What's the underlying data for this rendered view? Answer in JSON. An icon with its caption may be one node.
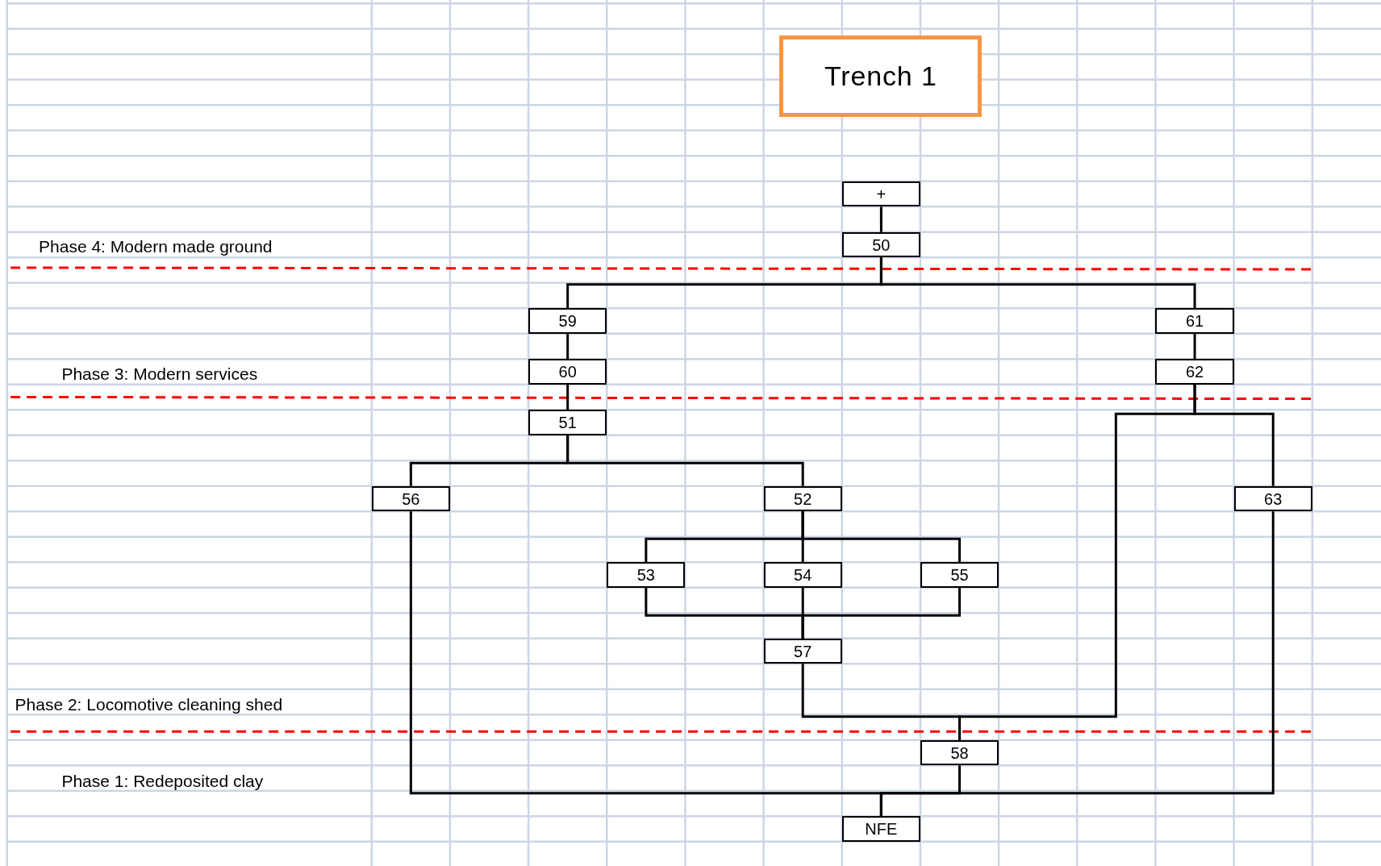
{
  "diagram": {
    "title": "Trench 1",
    "nodes": [
      {
        "text": [
          "+"
        ]
      },
      {
        "text": [
          "50"
        ]
      },
      {
        "text": [
          "59"
        ]
      },
      {
        "text": [
          "61"
        ]
      },
      {
        "text": [
          "60"
        ]
      },
      {
        "text": [
          "62"
        ]
      },
      {
        "text": [
          "51"
        ]
      },
      {
        "text": [
          "56"
        ]
      },
      {
        "text": [
          "52"
        ]
      },
      {
        "text": [
          "63"
        ]
      },
      {
        "text": [
          "53"
        ]
      },
      {
        "text": [
          "54"
        ]
      },
      {
        "text": [
          "55"
        ]
      },
      {
        "text": [
          "57"
        ]
      },
      {
        "text": [
          "58"
        ]
      },
      {
        "text": [
          "NFE"
        ]
      }
    ],
    "edges": [
      {
        "from": 0,
        "to": 1,
        "arrow": "none"
      },
      {
        "from": 1,
        "to": 2,
        "arrow": "none"
      },
      {
        "from": 1,
        "to": 3,
        "arrow": "none"
      },
      {
        "from": 2,
        "to": 4,
        "arrow": "none"
      },
      {
        "from": 3,
        "to": 5,
        "arrow": "none"
      },
      {
        "from": 4,
        "to": 6,
        "arrow": "none"
      },
      {
        "from": 6,
        "to": 7,
        "arrow": "none"
      },
      {
        "from": 6,
        "to": 8,
        "arrow": "none"
      },
      {
        "from": 5,
        "to": 9,
        "arrow": "none"
      },
      {
        "from": 5,
        "to": 14,
        "arrow": "none"
      },
      {
        "from": 8,
        "to": 10,
        "arrow": "none"
      },
      {
        "from": 8,
        "to": 11,
        "arrow": "none"
      },
      {
        "from": 8,
        "to": 12,
        "arrow": "none"
      },
      {
        "from": 10,
        "to": 13,
        "arrow": "none"
      },
      {
        "from": 11,
        "to": 13,
        "arrow": "none"
      },
      {
        "from": 12,
        "to": 13,
        "arrow": "none"
      },
      {
        "from": 13,
        "to": 14,
        "arrow": "none"
      },
      {
        "from": 7,
        "to": 15,
        "arrow": "none"
      },
      {
        "from": 14,
        "to": 15,
        "arrow": "none"
      },
      {
        "from": 9,
        "to": 15,
        "arrow": "none"
      }
    ],
    "labels": [
      "Phase 4: Modern made ground",
      "Phase 3: Modern services",
      "Phase 2: Locomotive cleaning shed",
      "Phase 1: Redeposited clay"
    ]
  }
}
